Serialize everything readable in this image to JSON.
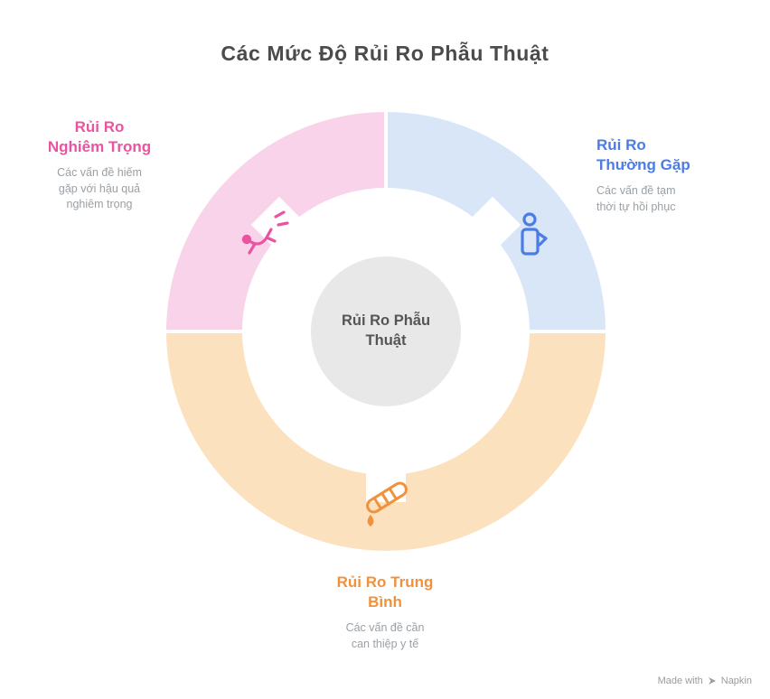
{
  "title": "Các Mức Độ Rủi Ro Phẫu Thuật",
  "center": {
    "label": "Rủi Ro Phẫu Thuật",
    "label_lines": [
      "Rủi Ro Phẫu",
      "Thuật"
    ],
    "fill": "#e8e8e8"
  },
  "segments": {
    "serious": {
      "title": "Rủi Ro Nghiêm Trọng",
      "title_lines": [
        "Rủi Ro",
        "Nghiêm Trọng"
      ],
      "description": "Các vấn đề hiếm gặp với hậu quả nghiêm trọng",
      "description_lines": [
        "Các vấn đề hiếm",
        "gặp với hậu quả",
        "nghiêm trọng"
      ],
      "text_color": "#ea52a2",
      "fill": "#f9d3e9",
      "icon": "falling-person-icon"
    },
    "common": {
      "title": "Rủi Ro Thường Gặp",
      "title_lines": [
        "Rủi Ro",
        "Thường Gặp"
      ],
      "description": "Các vấn đề tạm thời tự hồi phục",
      "description_lines": [
        "Các vấn đề tạm",
        "thời tự hồi phục"
      ],
      "text_color": "#4b7de4",
      "fill": "#d9e6f8",
      "icon": "patient-icon"
    },
    "medium": {
      "title": "Rủi Ro Trung Bình",
      "title_lines": [
        "Rủi Ro Trung",
        "Bình"
      ],
      "description": "Các vấn đề cần can thiệp y tế",
      "description_lines": [
        "Các vấn đề cần",
        "can thiệp y tế"
      ],
      "text_color": "#f0913c",
      "fill": "#fce1bf",
      "icon": "liquid-dropper-icon"
    }
  },
  "footer": {
    "made_with": "Made with",
    "brand": "Napkin"
  }
}
